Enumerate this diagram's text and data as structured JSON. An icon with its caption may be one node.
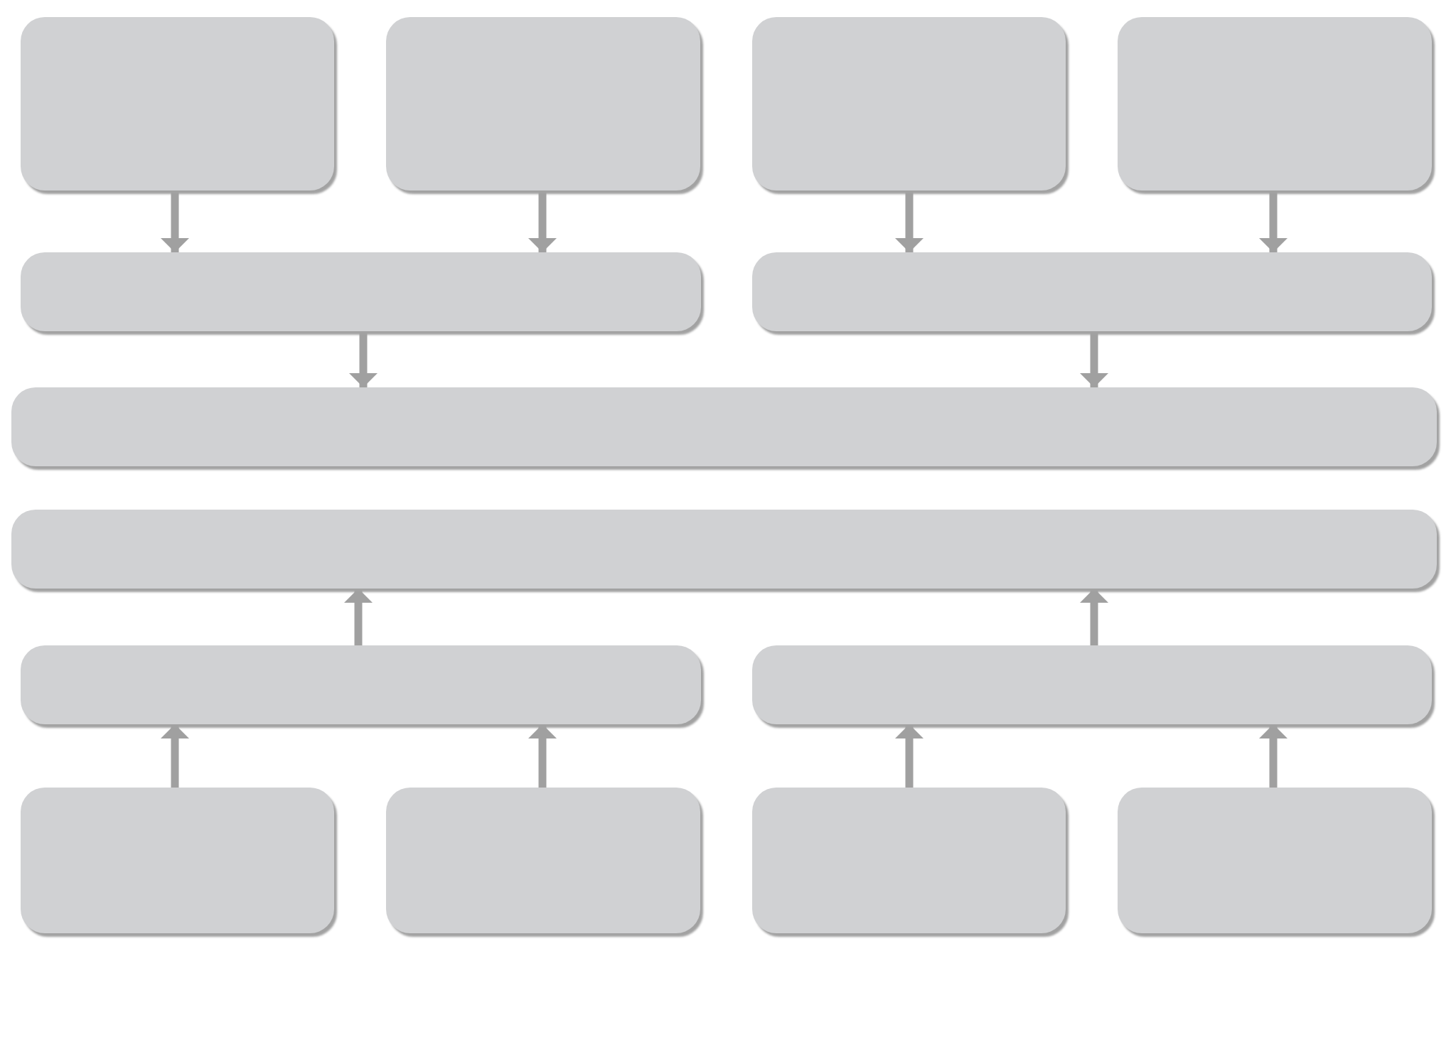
{
  "diagram": {
    "nodes": [
      {
        "text": [],
        "shape": "box"
      },
      {
        "text": [],
        "shape": "box"
      },
      {
        "text": [],
        "shape": "box"
      },
      {
        "text": [],
        "shape": "box"
      },
      {
        "text": [],
        "shape": "box"
      },
      {
        "text": [],
        "shape": "box"
      },
      {
        "text": [],
        "shape": "box"
      },
      {
        "text": [],
        "shape": "box"
      },
      {
        "text": [],
        "shape": "box"
      },
      {
        "text": [],
        "shape": "box"
      },
      {
        "text": [],
        "shape": "box"
      },
      {
        "text": [],
        "shape": "box"
      },
      {
        "text": [],
        "shape": "box"
      },
      {
        "text": [],
        "shape": "box"
      }
    ],
    "edges": [
      {
        "from": 0,
        "to": 4,
        "arrow": "to"
      },
      {
        "from": 1,
        "to": 4,
        "arrow": "to"
      },
      {
        "from": 2,
        "to": 5,
        "arrow": "to"
      },
      {
        "from": 3,
        "to": 5,
        "arrow": "to"
      },
      {
        "from": 4,
        "to": 6,
        "arrow": "to"
      },
      {
        "from": 5,
        "to": 6,
        "arrow": "to"
      },
      {
        "from": 8,
        "to": 7,
        "arrow": "to"
      },
      {
        "from": 9,
        "to": 7,
        "arrow": "to"
      },
      {
        "from": 10,
        "to": 8,
        "arrow": "to"
      },
      {
        "from": 11,
        "to": 8,
        "arrow": "to"
      },
      {
        "from": 12,
        "to": 9,
        "arrow": "to"
      },
      {
        "from": 13,
        "to": 9,
        "arrow": "to"
      }
    ]
  }
}
